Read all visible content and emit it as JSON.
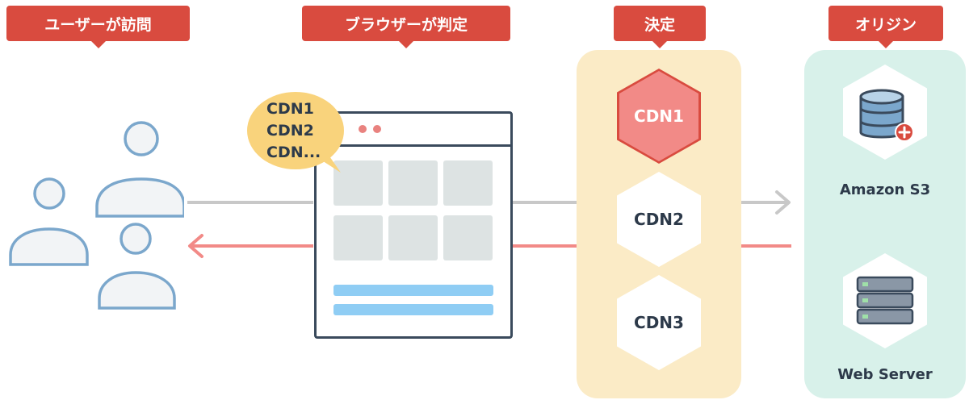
{
  "tags": {
    "visit": "ユーザーが訪問",
    "judge": "ブラウザーが判定",
    "decide": "決定",
    "origin": "オリジン"
  },
  "bubble": {
    "lines": [
      "CDN1",
      "CDN2",
      "CDN..."
    ]
  },
  "cdns": [
    {
      "label": "CDN1",
      "selected": true
    },
    {
      "label": "CDN2",
      "selected": false
    },
    {
      "label": "CDN3",
      "selected": false
    }
  ],
  "origins": [
    {
      "label": "Amazon S3",
      "icon": "database-plus-icon"
    },
    {
      "label": "Web Server",
      "icon": "server-icon"
    }
  ],
  "colors": {
    "tag": "#d94b3f",
    "decide_panel": "#fbebc6",
    "origin_panel": "#d8f1ea",
    "selected_hex": "#f28a87",
    "selected_hex_border": "#d94b3f",
    "request_arrow": "#c8c8c8",
    "response_arrow": "#f28a87",
    "user_outline": "#7ba7cc",
    "bubble": "#f9d37c"
  }
}
